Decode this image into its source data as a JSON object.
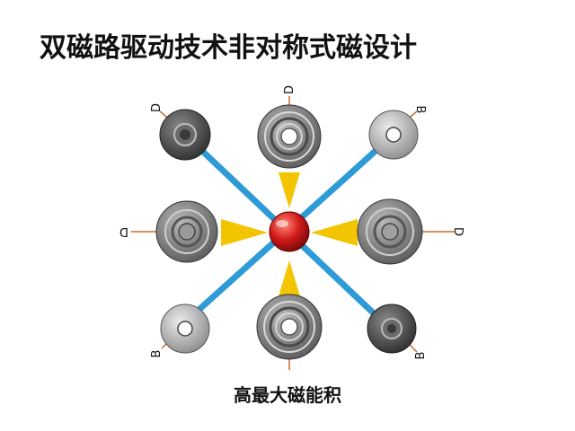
{
  "title": "双磁路驱动技术非对称式磁设计",
  "caption": "高最大磁能积",
  "magnet_labels": {
    "top_left": "D",
    "top": "D",
    "top_right": "B",
    "left": "D",
    "right": "D",
    "bottom_left": "B",
    "bottom_right": "B"
  },
  "colors": {
    "beam": "#2f9bd6",
    "center": "#d11a1a",
    "arrow": "#f2c500",
    "lead": "#c96a2a",
    "text": "#111111"
  }
}
